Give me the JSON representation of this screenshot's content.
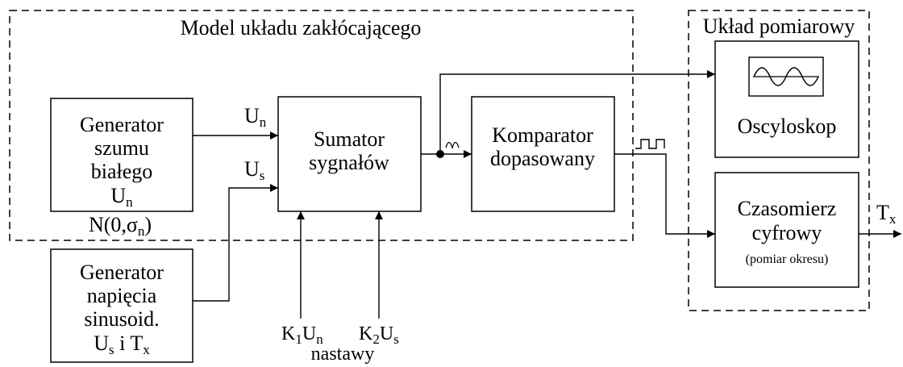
{
  "groups": {
    "disturbance_model": "Model układu zakłócającego",
    "measurement_system": "Układ pomiarowy"
  },
  "noise_generator": {
    "line1": "Generator",
    "line2": "szumu",
    "line3": "białego",
    "line4_main": "U",
    "line4_sub": "n",
    "dist_prefix": "N(0,",
    "dist_sigma": "σ",
    "dist_sub": "n",
    "dist_suffix": ")"
  },
  "sine_generator": {
    "line1": "Generator",
    "line2": "napięcia",
    "line3": "sinusoid.",
    "line4_u": "U",
    "line4_u_sub": "s",
    "line4_mid": " i T",
    "line4_t_sub": "x"
  },
  "summator": {
    "line1": "Sumator",
    "line2": "sygnałów"
  },
  "comparator": {
    "line1": "Komparator",
    "line2": "dopasowany"
  },
  "oscilloscope": {
    "label": "Oscyloskop"
  },
  "counter": {
    "line1": "Czasomierz",
    "line2": "cyfrowy",
    "line3": "(pomiar okresu)"
  },
  "signals": {
    "un_main": "U",
    "un_sub": "n",
    "us_main": "U",
    "us_sub": "s",
    "tx_main": "T",
    "tx_sub": "x"
  },
  "settings": {
    "k1_k": "K",
    "k1_sub": "1",
    "k1_u": "U",
    "k1_usub": "n",
    "k2_k": "K",
    "k2_sub": "2",
    "k2_u": "U",
    "k2_usub": "s",
    "caption": "nastawy"
  }
}
